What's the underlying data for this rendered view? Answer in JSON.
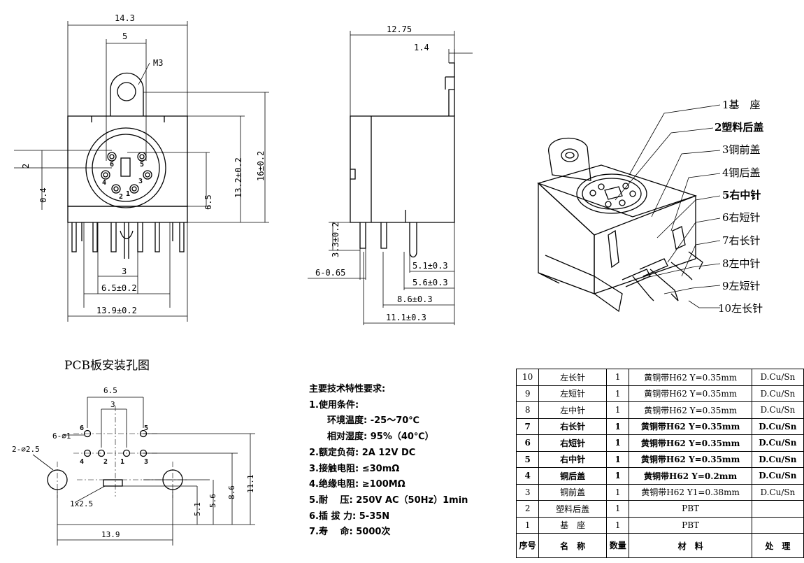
{
  "front_view": {
    "dim_width": "14.3",
    "dim_hole_spacing": "5",
    "label_thread": "M3",
    "dim_offset_2": "2",
    "dim_offset_04": "0.4",
    "dim_65": "6.5",
    "dim_132": "13.2±0.2",
    "dim_16": "16±0.2",
    "dim_3": "3",
    "dim_65b": "6.5±0.2",
    "dim_139": "13.9±0.2",
    "pin_labels": [
      "6",
      "5",
      "4",
      "3",
      "2",
      "1"
    ]
  },
  "side_view": {
    "dim_1275": "12.75",
    "dim_14": "1.4",
    "dim_33": "3.3±0.2",
    "dim_pins": "6-0.65",
    "dim_51": "5.1±0.3",
    "dim_56": "5.6±0.3",
    "dim_86": "8.6±0.3",
    "dim_111": "11.1±0.3"
  },
  "callouts": [
    {
      "text": "1基　座",
      "bold": false
    },
    {
      "text": "2塑料后盖",
      "bold": true
    },
    {
      "text": "3铜前盖",
      "bold": false
    },
    {
      "text": "4铜后盖",
      "bold": false
    },
    {
      "text": "5右中针",
      "bold": true
    },
    {
      "text": "6右短针",
      "bold": false
    },
    {
      "text": "7右长针",
      "bold": false
    },
    {
      "text": "8左中针",
      "bold": false
    },
    {
      "text": "9左短针",
      "bold": false
    },
    {
      "text": "10左长针",
      "bold": false
    }
  ],
  "pcb": {
    "title": "PCB板安装孔图",
    "dim_65": "6.5",
    "dim_3": "3",
    "dim_6phi1": "6-⌀1",
    "dim_2phi25": "2-⌀2.5",
    "dim_slot": "1x2.5",
    "dim_139": "13.9",
    "dim_51": "5.1",
    "dim_56": "5.6",
    "dim_86": "8.6",
    "dim_111": "11.1",
    "pin_labels": [
      "6",
      "5",
      "4",
      "2",
      "1",
      "3"
    ]
  },
  "requirements": {
    "title": "主要技术特性要求:",
    "lines": [
      {
        "text": "1.使用条件:",
        "indent": false
      },
      {
        "text": "环境温度: -25～70℃",
        "indent": true
      },
      {
        "text": "相对湿度: 95%（40℃）",
        "indent": true
      },
      {
        "text": "2.额定负荷: 2A 12V DC",
        "indent": false
      },
      {
        "text": "3.接触电阻: ≤30mΩ",
        "indent": false
      },
      {
        "text": "4.绝缘电阻: ≥100MΩ",
        "indent": false
      },
      {
        "text": "5.耐　 压: 250V AC（50Hz）1min",
        "indent": false
      },
      {
        "text": "6.插 拔 力: 5-35N",
        "indent": false
      },
      {
        "text": "7.寿　 命: 5000次",
        "indent": false
      }
    ]
  },
  "parts_table": {
    "rows": [
      {
        "no": "10",
        "name": "左长针",
        "qty": "1",
        "material": "黄铜带H62 Y=0.35mm",
        "treatment": "D.Cu/Sn",
        "bold": false
      },
      {
        "no": "9",
        "name": "左短针",
        "qty": "1",
        "material": "黄铜带H62 Y=0.35mm",
        "treatment": "D.Cu/Sn",
        "bold": false
      },
      {
        "no": "8",
        "name": "左中针",
        "qty": "1",
        "material": "黄铜带H62 Y=0.35mm",
        "treatment": "D.Cu/Sn",
        "bold": false
      },
      {
        "no": "7",
        "name": "右长针",
        "qty": "1",
        "material": "黄铜带H62 Y=0.35mm",
        "treatment": "D.Cu/Sn",
        "bold": true
      },
      {
        "no": "6",
        "name": "右短针",
        "qty": "1",
        "material": "黄铜带H62 Y=0.35mm",
        "treatment": "D.Cu/Sn",
        "bold": true
      },
      {
        "no": "5",
        "name": "右中针",
        "qty": "1",
        "material": "黄铜带H62 Y=0.35mm",
        "treatment": "D.Cu/Sn",
        "bold": true
      },
      {
        "no": "4",
        "name": "铜后盖",
        "qty": "1",
        "material": "黄铜带H62 Y=0.2mm",
        "treatment": "D.Cu/Sn",
        "bold": true
      },
      {
        "no": "3",
        "name": "铜前盖",
        "qty": "1",
        "material": "黄铜带H62 Y1=0.38mm",
        "treatment": "D.Cu/Sn",
        "bold": false
      },
      {
        "no": "2",
        "name": "塑料后盖",
        "qty": "1",
        "material": "PBT",
        "treatment": "",
        "bold": false
      },
      {
        "no": "1",
        "name": "基　座",
        "qty": "1",
        "material": "PBT",
        "treatment": "",
        "bold": false
      }
    ],
    "header": {
      "no": "序号",
      "name": "名　称",
      "qty": "数量",
      "material": "材　料",
      "treatment": "处　理"
    }
  }
}
